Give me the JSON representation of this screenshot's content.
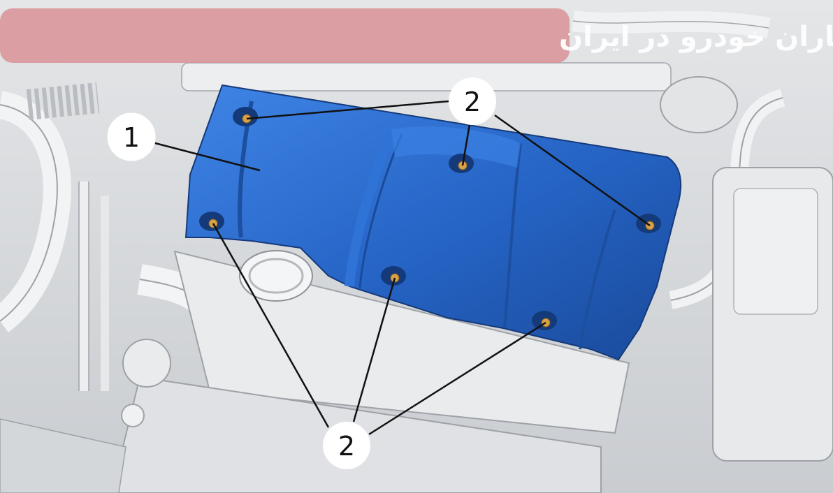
{
  "watermark": {
    "text": "اولین سامانه دیجیتال تعمیرکاران خودرو در ایران",
    "banner_color": "#d98a8f"
  },
  "colors": {
    "engine_background": "#d7d9dc",
    "cover": "#2563c4",
    "cover_dark": "#1a4a9a",
    "cover_light": "#3f85e6",
    "bolt": "#d8a24a",
    "leader_line": "#111111",
    "callout_fill": "#ffffff"
  },
  "parts": [
    {
      "id": "engine-cover",
      "label": "1"
    },
    {
      "id": "cover-bolts",
      "label": "2"
    }
  ],
  "callouts": [
    {
      "label": "1",
      "part": "engine-cover"
    },
    {
      "label": "2",
      "part": "cover-bolts"
    },
    {
      "label": "2",
      "part": "cover-bolts"
    }
  ],
  "bolt_count": 6
}
